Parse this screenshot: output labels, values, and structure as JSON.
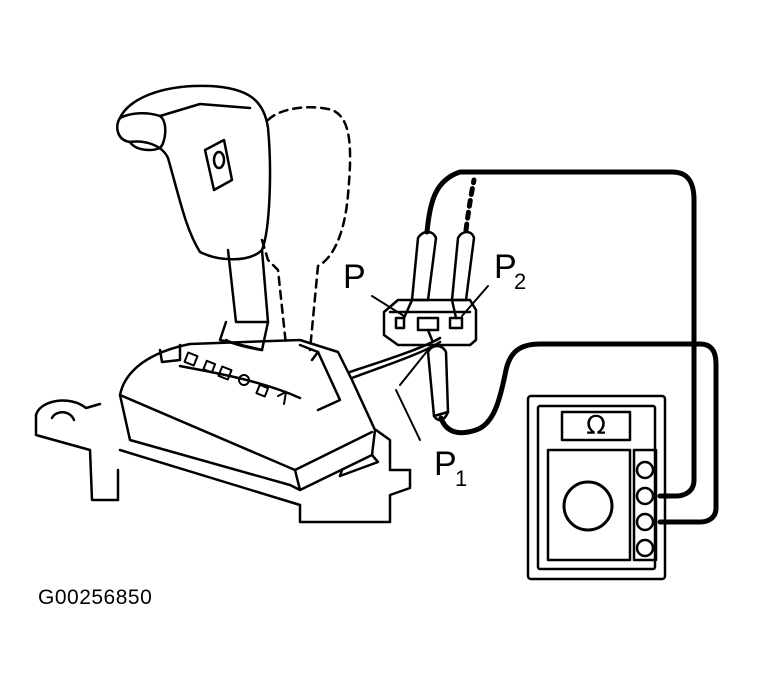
{
  "labels": {
    "p": "P",
    "p1_main": "P",
    "p1_sub": "1",
    "p2_main": "P",
    "p2_sub": "2"
  },
  "meter": {
    "display_symbol": "Ω"
  },
  "figure_code": "G00256850",
  "colors": {
    "ink": "#000000",
    "paper": "#ffffff"
  }
}
